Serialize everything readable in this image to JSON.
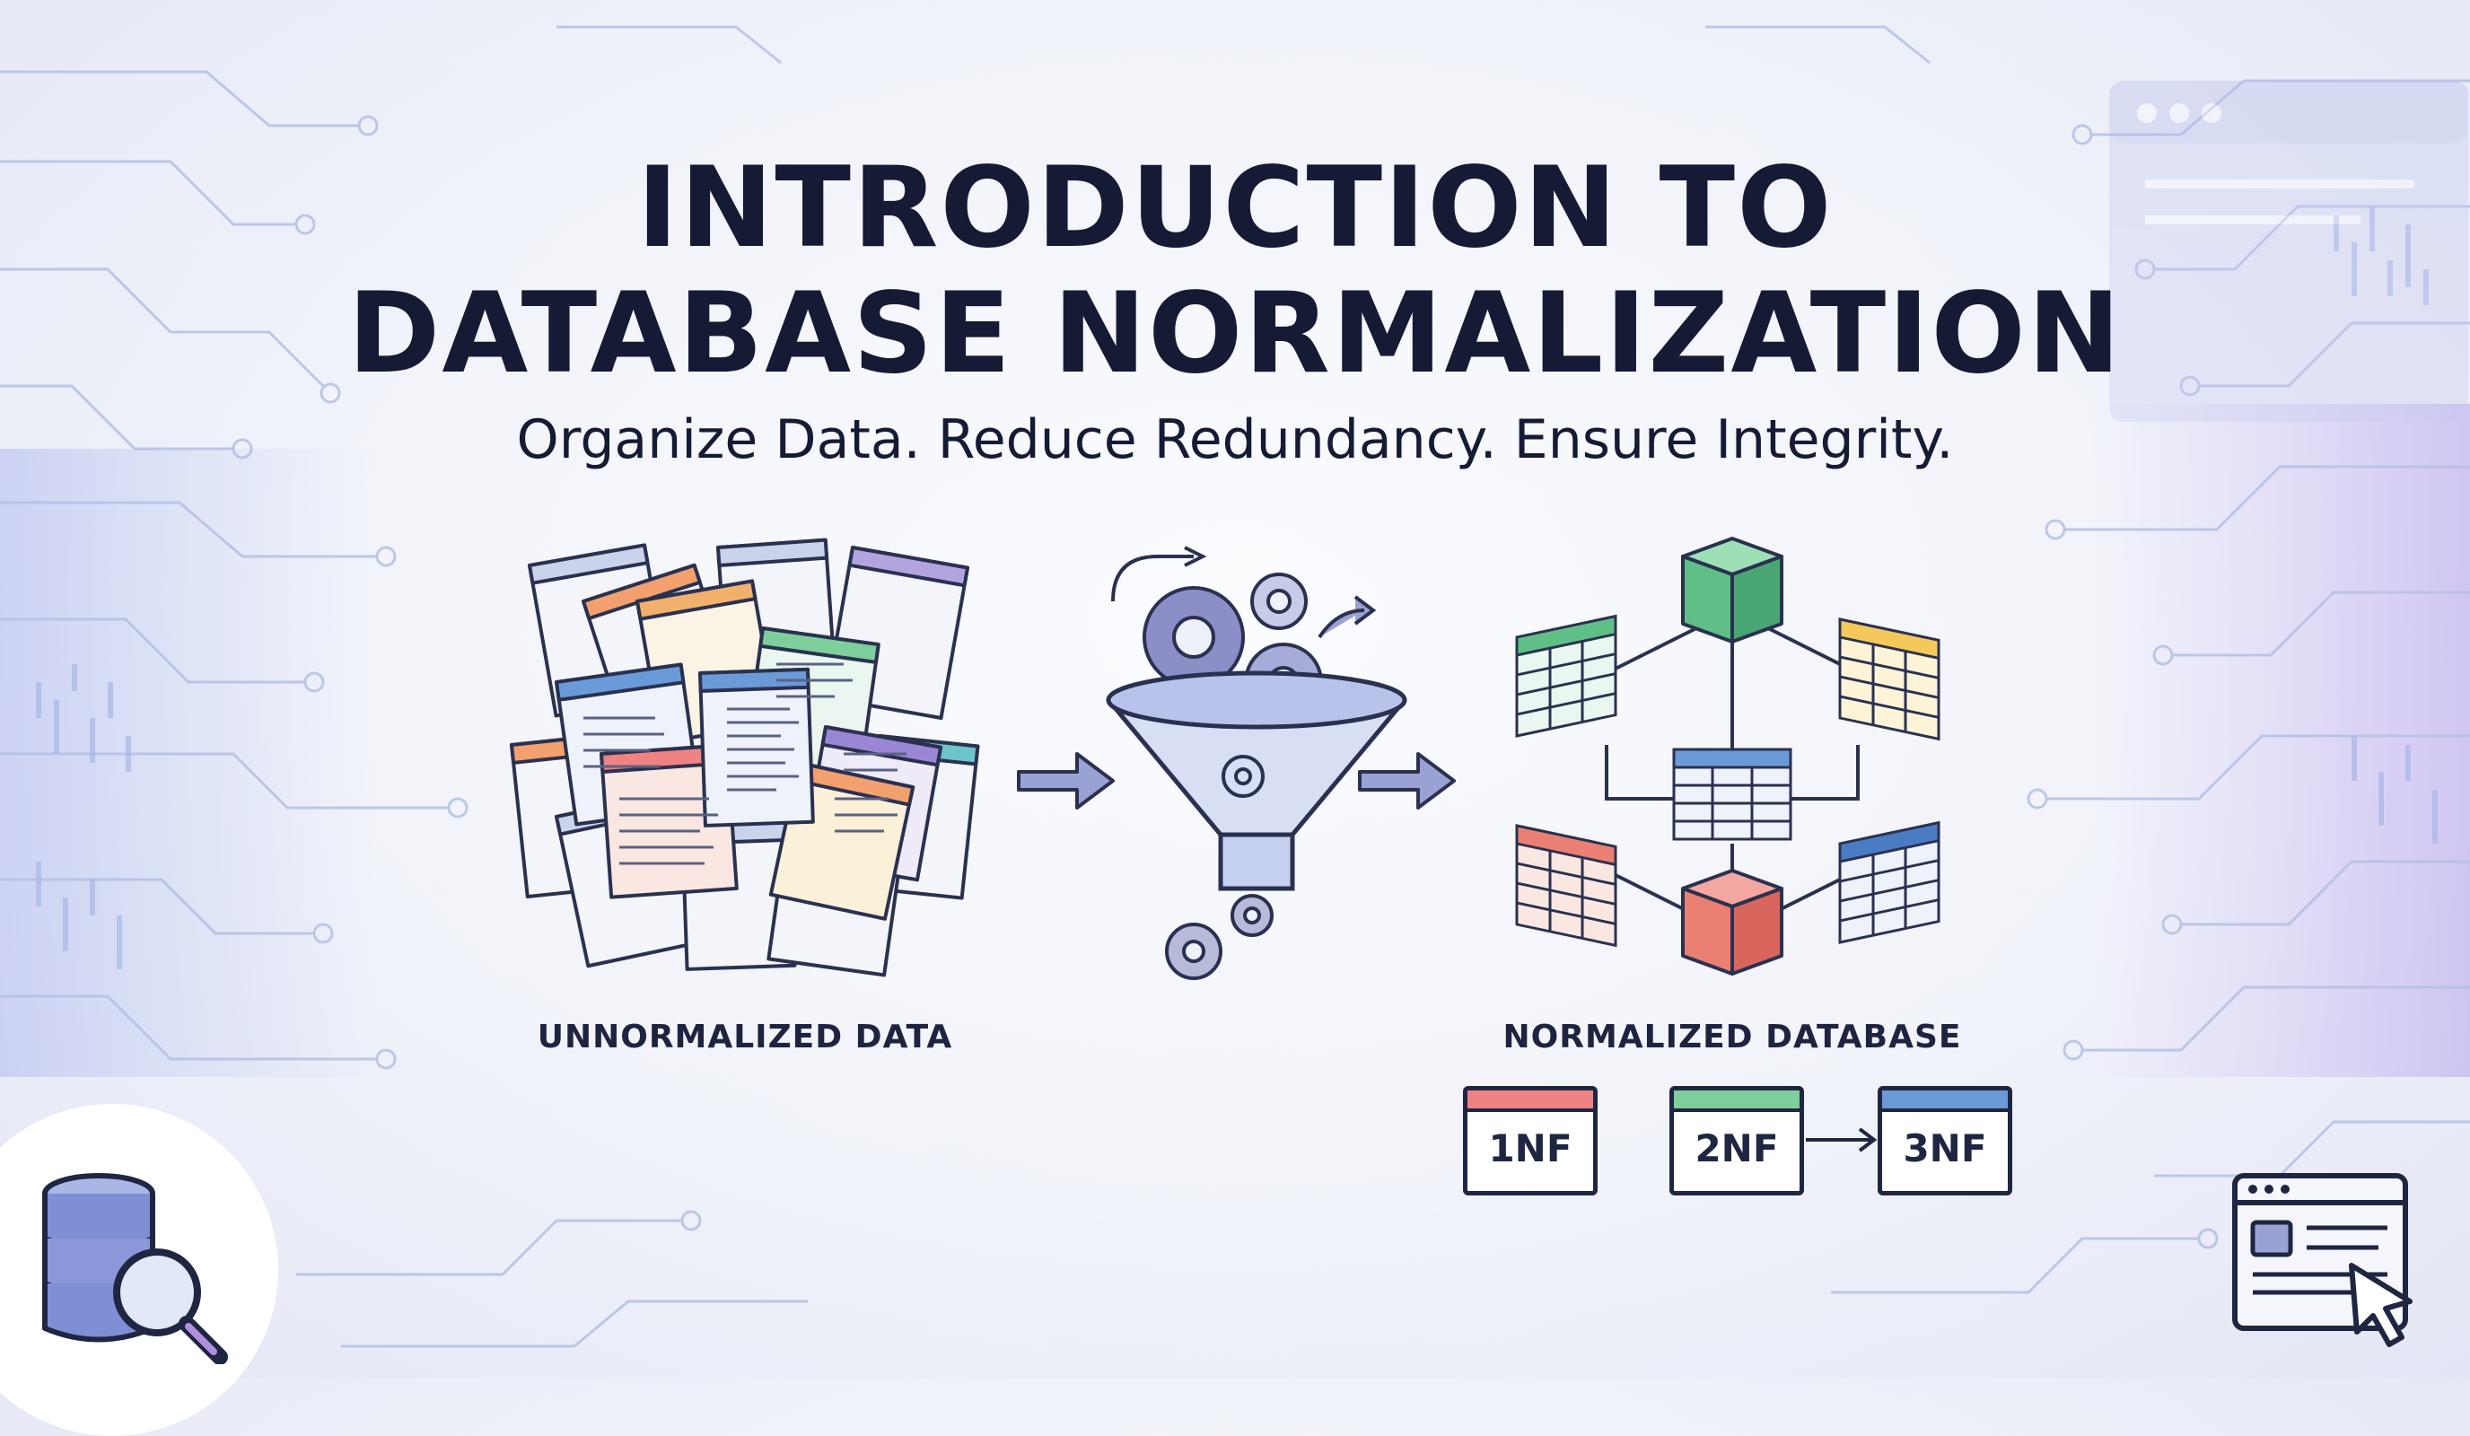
{
  "title_line1": "INTRODUCTION TO",
  "title_line2": "DATABASE NORMALIZATION",
  "subtitle": "Organize Data. Reduce Redundancy. Ensure Integrity.",
  "unnormalized_label": "UNNORMALIZED DATA",
  "normalized_label": "NORMALIZED DATABASE",
  "normal_forms": [
    "1NF",
    "2NF",
    "3NF"
  ],
  "icons": [
    "database-search-icon",
    "browser-window-icon",
    "cursor-icon",
    "funnel-icon",
    "gear-icon"
  ],
  "colors": {
    "ink": "#151a35",
    "red": "#ef8283",
    "green": "#7fcf9c",
    "blue": "#6a9ad8",
    "yellow": "#f5c85c",
    "purple": "#9b86d6",
    "teal": "#6cc5c9",
    "orange": "#f2a06d"
  }
}
